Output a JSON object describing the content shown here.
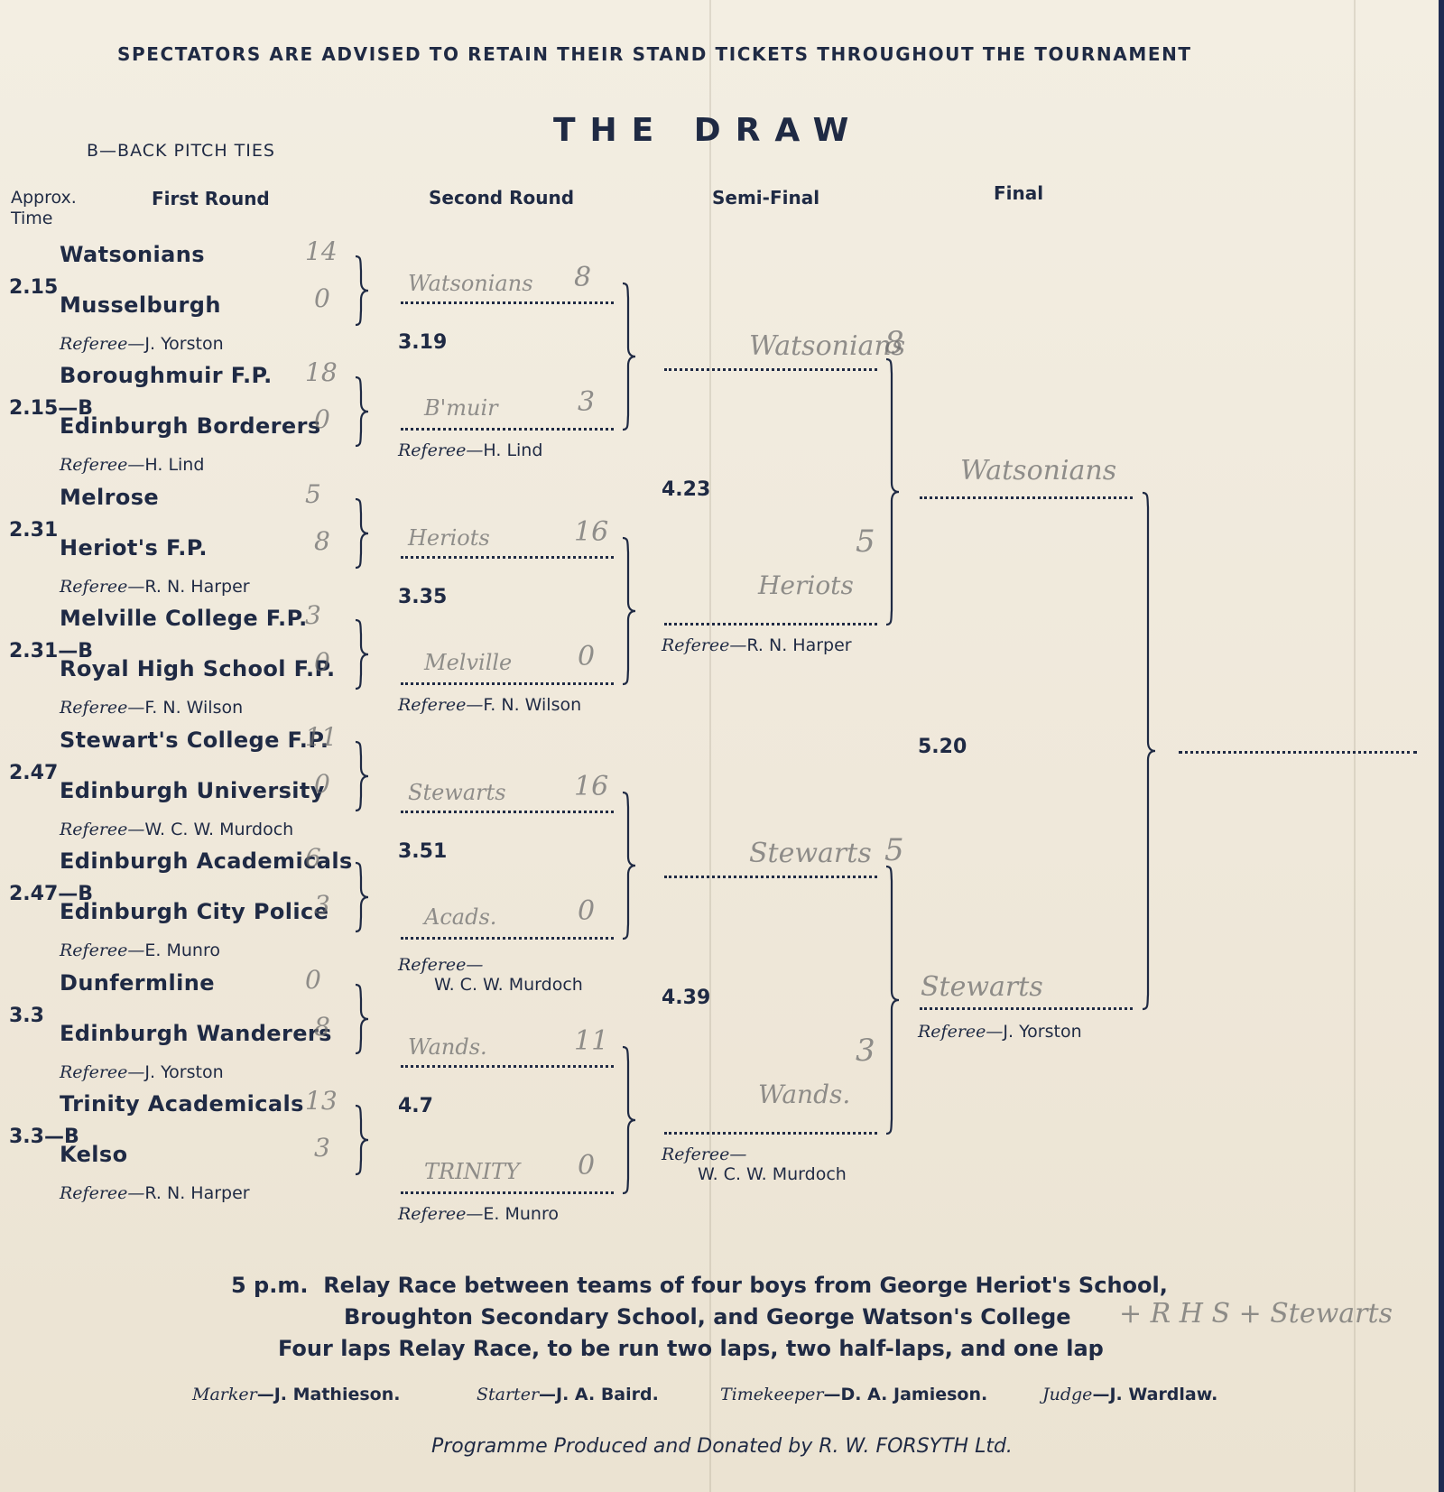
{
  "header": "SPECTATORS ARE ADVISED TO RETAIN THEIR STAND TICKETS THROUGHOUT THE TOURNAMENT",
  "title": "THE DRAW",
  "legend": "B—BACK PITCH TIES",
  "columns": {
    "time_line1": "Approx.",
    "time_line2": "Time",
    "first": "First Round",
    "second": "Second Round",
    "semi": "Semi-Final",
    "final": "Final"
  },
  "first_round": [
    {
      "time": "2.15",
      "team_a": "Watsonians",
      "team_b": "Musselburgh",
      "referee": "J. Yorston",
      "score_a": "14",
      "score_b": "0"
    },
    {
      "time": "2.15—B",
      "team_a": "Boroughmuir F.P.",
      "team_b": "Edinburgh Borderers",
      "referee": "H. Lind",
      "score_a": "18",
      "score_b": "0"
    },
    {
      "time": "2.31",
      "team_a": "Melrose",
      "team_b": "Heriot's F.P.",
      "referee": "R. N. Harper",
      "score_a": "5",
      "score_b": "8"
    },
    {
      "time": "2.31—B",
      "team_a": "Melville College F.P.",
      "team_b": "Royal High School F.P.",
      "referee": "F. N. Wilson",
      "score_a": "3",
      "score_b": "0"
    },
    {
      "time": "2.47",
      "team_a": "Stewart's College F.P.",
      "team_b": "Edinburgh University",
      "referee": "W. C. W. Murdoch",
      "score_a": "11",
      "score_b": "0"
    },
    {
      "time": "2.47—B",
      "team_a": "Edinburgh Academicals",
      "team_b": "Edinburgh City Police",
      "referee": "E. Munro",
      "score_a": "6",
      "score_b": "3"
    },
    {
      "time": "3.3",
      "team_a": "Dunfermline",
      "team_b": "Edinburgh Wanderers",
      "referee": "J. Yorston",
      "score_a": "0",
      "score_b": "8"
    },
    {
      "time": "3.3—B",
      "team_a": "Trinity Academicals",
      "team_b": "Kelso",
      "referee": "R. N. Harper",
      "score_a": "13",
      "score_b": "3"
    }
  ],
  "second_round": [
    {
      "time": "3.19",
      "winner_a": "Watsonians",
      "score_a": "8",
      "winner_b": "B'muir",
      "score_b": "3",
      "referee": "H. Lind"
    },
    {
      "time": "3.35",
      "winner_a": "Heriots",
      "score_a": "16",
      "winner_b": "Melville",
      "score_b": "0",
      "referee": "F. N. Wilson"
    },
    {
      "time": "3.51",
      "winner_a": "Stewarts",
      "score_a": "16",
      "winner_b": "Acads.",
      "score_b": "0",
      "referee": "W. C. W. Murdoch"
    },
    {
      "time": "4.7",
      "winner_a": "Wands.",
      "score_a": "11",
      "winner_b": "TRINITY",
      "score_b": "0",
      "referee": "E. Munro"
    }
  ],
  "semi_final": [
    {
      "time": "4.23",
      "winner_a": "Watsonians",
      "score_a": "8",
      "winner_b": "Heriots",
      "score_b": "5",
      "referee": "R. N. Harper"
    },
    {
      "time": "4.39",
      "winner_a": "Stewarts",
      "score_a": "5",
      "winner_b": "Wands.",
      "score_b": "3",
      "referee": "W. C. W. Murdoch"
    }
  ],
  "final": {
    "time": "5.20",
    "winner_a": "Watsonians",
    "winner_b": "Stewarts",
    "referee": "J. Yorston"
  },
  "referee_prefix": "Referee—",
  "relay": {
    "time": "5 p.m.",
    "line1": "Relay Race between teams of four boys from George Heriot's School,",
    "line2": "Broughton Secondary School, and George Watson's College",
    "line3": "Four laps Relay Race, to be run two laps, two half-laps, and one lap",
    "annotation": "+ R H S + Stewarts"
  },
  "officials": [
    {
      "role": "Marker",
      "name": "J. Mathieson."
    },
    {
      "role": "Starter",
      "name": "J. A. Baird."
    },
    {
      "role": "Timekeeper",
      "name": "D. A. Jamieson."
    },
    {
      "role": "Judge",
      "name": "J. Wardlaw."
    }
  ],
  "credit": "Programme Produced and Donated by R. W. FORSYTH Ltd."
}
